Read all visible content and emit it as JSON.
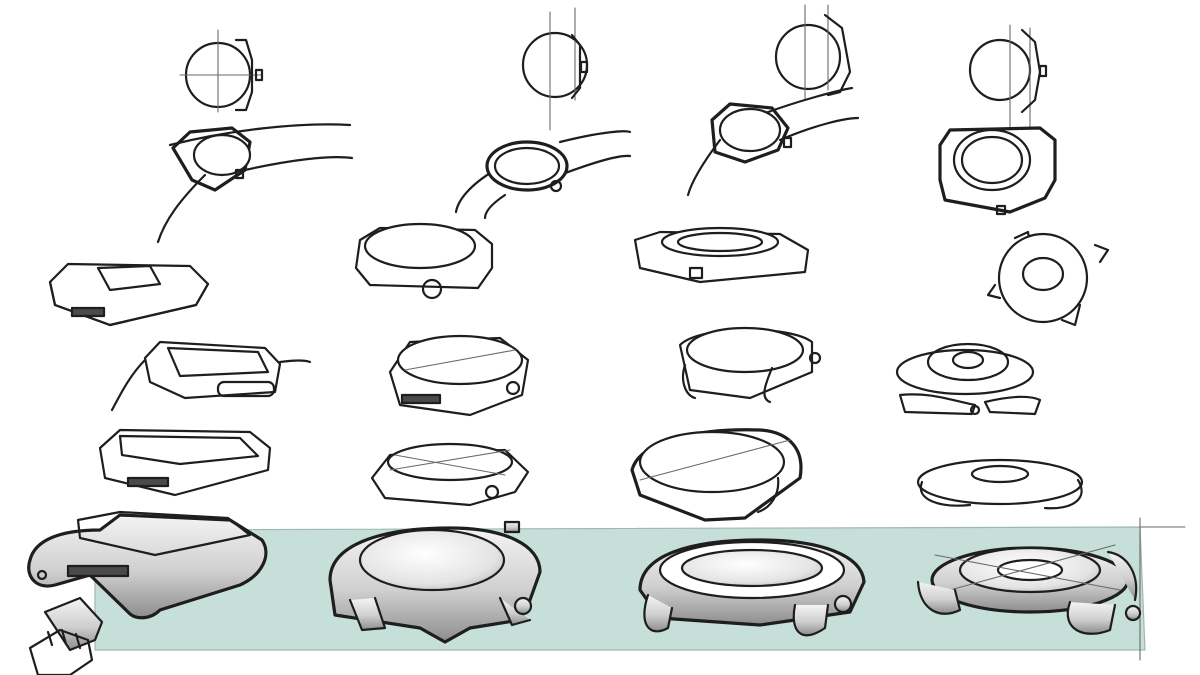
{
  "scene": {
    "subject": "watch-case-concept-sketches",
    "colors": {
      "paper": "#ffffff",
      "ink": "#1e1e1e",
      "construction_line": "#6a6a6a",
      "backdrop_panel": "#c6dfd8",
      "backdrop_edge": "#9fb9b2",
      "metal_light": "#f4f4f4",
      "metal_dark": "#8d8d8d"
    },
    "columns": [
      "rectangular-case",
      "round-case",
      "oval-case",
      "pebble-case"
    ],
    "rows": [
      "front-elevation",
      "strap-perspective",
      "case-study",
      "lug-study",
      "low-angle-study",
      "rendered-final"
    ]
  }
}
